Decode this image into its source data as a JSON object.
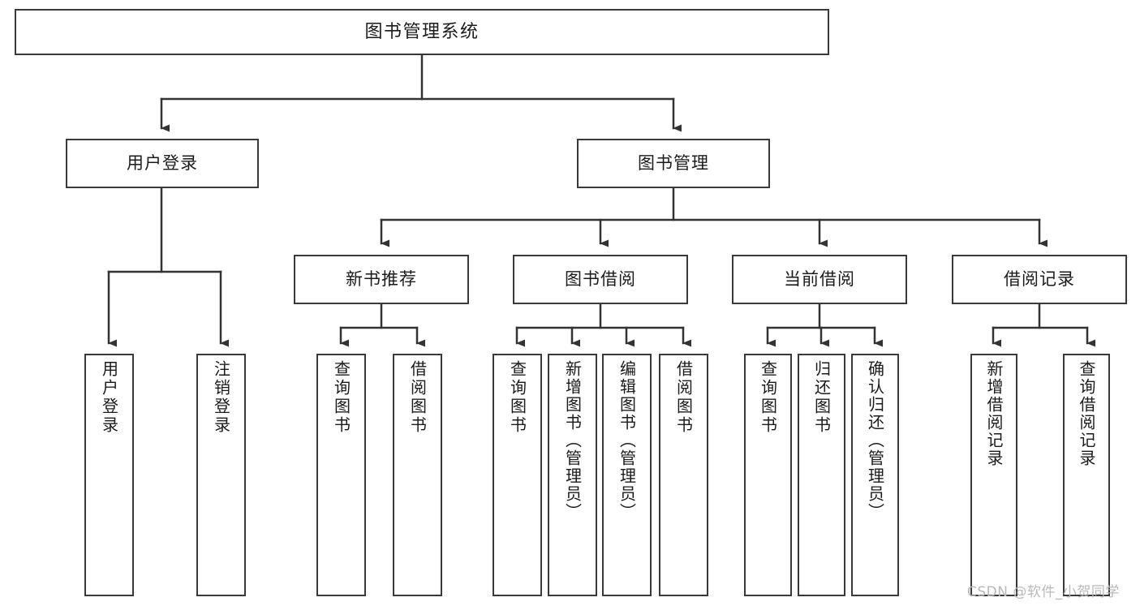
{
  "diagram": {
    "type": "tree-hierarchy",
    "title": "图书管理系统",
    "root": {
      "label": "图书管理系统"
    },
    "level2": [
      {
        "label": "用户登录"
      },
      {
        "label": "图书管理"
      }
    ],
    "level3": [
      {
        "label": "新书推荐"
      },
      {
        "label": "图书借阅"
      },
      {
        "label": "当前借阅"
      },
      {
        "label": "借阅记录"
      }
    ],
    "leaves": {
      "user_login": [
        {
          "label": "用户登录"
        },
        {
          "label": "注销登录"
        }
      ],
      "new_book_recommend": [
        {
          "label": "查询图书"
        },
        {
          "label": "借阅图书"
        }
      ],
      "book_borrow": [
        {
          "label": "查询图书"
        },
        {
          "label": "新增图书（管理员）"
        },
        {
          "label": "编辑图书（管理员）"
        },
        {
          "label": "借阅图书"
        }
      ],
      "current_borrow": [
        {
          "label": "查询图书"
        },
        {
          "label": "归还图书"
        },
        {
          "label": "确认归还（管理员）"
        }
      ],
      "borrow_record": [
        {
          "label": "新增借阅记录"
        },
        {
          "label": "查询借阅记录"
        }
      ]
    }
  },
  "watermark": {
    "text": "CSDN @软件_小贺同学"
  },
  "colors": {
    "box_border": "#3a3a3a",
    "line": "#333333",
    "text": "#1b1b1b",
    "background": "#ffffff",
    "watermark": "#b9b9b9"
  }
}
